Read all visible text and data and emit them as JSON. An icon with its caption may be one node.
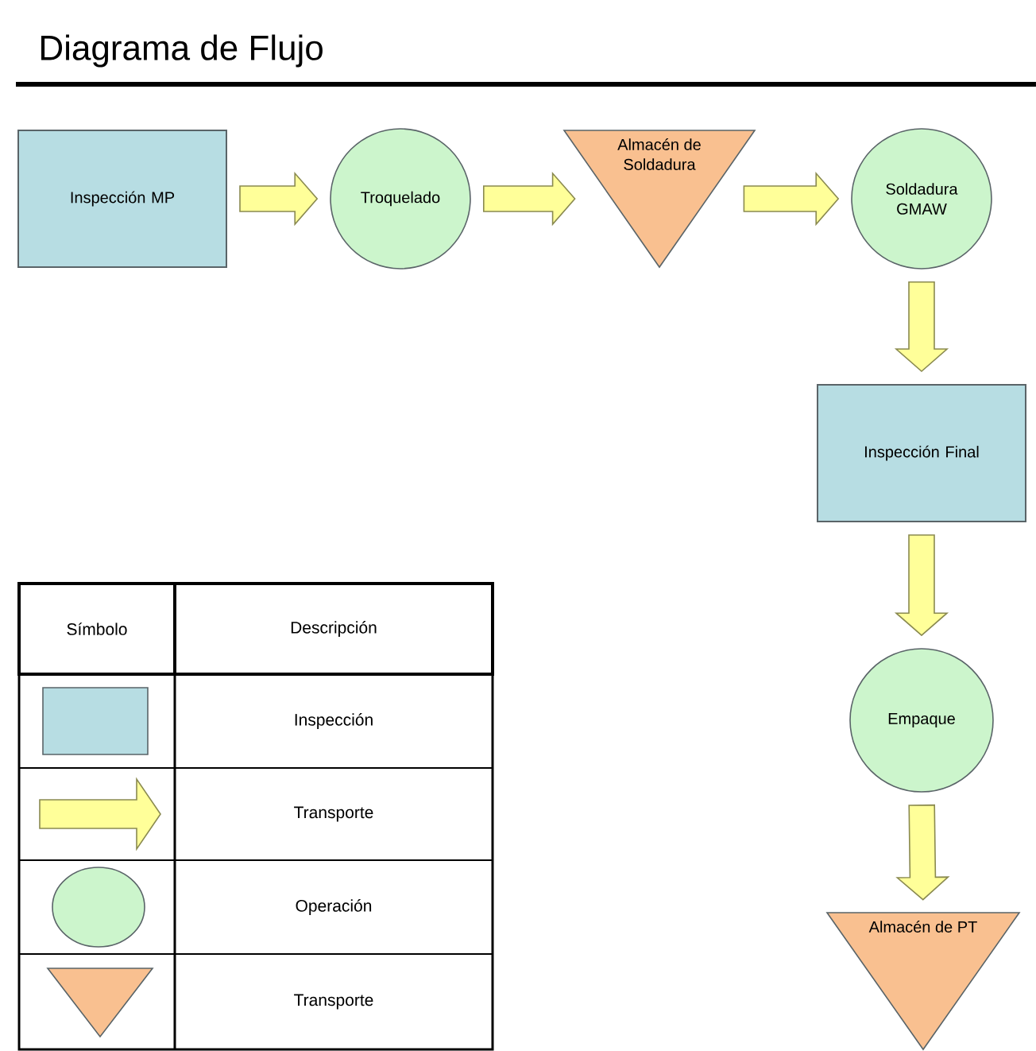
{
  "diagram": {
    "title": "Diagrama de Flujo",
    "nodes": [
      {
        "text": [
          "Inspección MP"
        ]
      },
      {
        "text": [
          "Troquelado"
        ]
      },
      {
        "text": [
          "Almacén de Soldadura"
        ]
      },
      {
        "text": [
          "Soldadura GMAW"
        ]
      },
      {
        "text": [
          "Inspección Final"
        ]
      },
      {
        "text": [
          "Empaque"
        ]
      },
      {
        "text": [
          "Almacén de PT"
        ]
      }
    ],
    "edges": [
      {
        "from": 0,
        "to": 1,
        "arrow": "to"
      },
      {
        "from": 1,
        "to": 2,
        "arrow": "to"
      },
      {
        "from": 2,
        "to": 3,
        "arrow": "to"
      },
      {
        "from": 3,
        "to": 4,
        "arrow": "to"
      },
      {
        "from": 4,
        "to": 5,
        "arrow": "to"
      },
      {
        "from": 5,
        "to": 6,
        "arrow": "to"
      }
    ],
    "labels": [
      "Símbolo",
      "Descripción"
    ],
    "legend": [
      {
        "text": "Inspección"
      },
      {
        "text": "Transporte"
      },
      {
        "text": "Operación"
      },
      {
        "text": "Transporte"
      }
    ]
  }
}
